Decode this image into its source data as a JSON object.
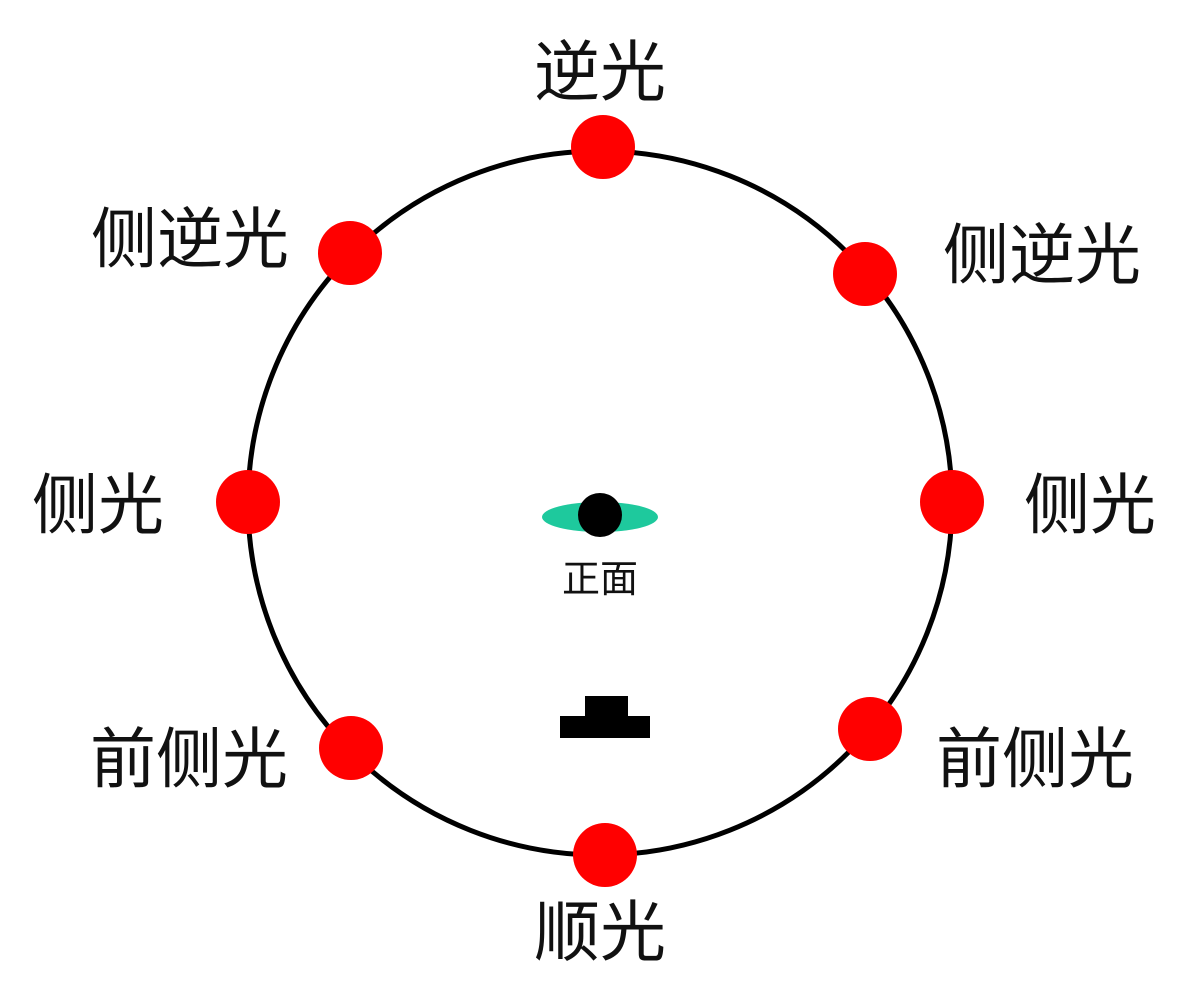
{
  "labels": {
    "top": "逆光",
    "upper_left": "侧逆光",
    "upper_right": "侧逆光",
    "left": "侧光",
    "right": "侧光",
    "lower_left": "前侧光",
    "lower_right": "前侧光",
    "bottom": "顺光",
    "subject": "正面"
  },
  "colors": {
    "light_point": "#ff0000",
    "ring": "#000000",
    "subject_eye": "#1ec99d",
    "subject_head": "#000000",
    "camera": "#000000"
  }
}
